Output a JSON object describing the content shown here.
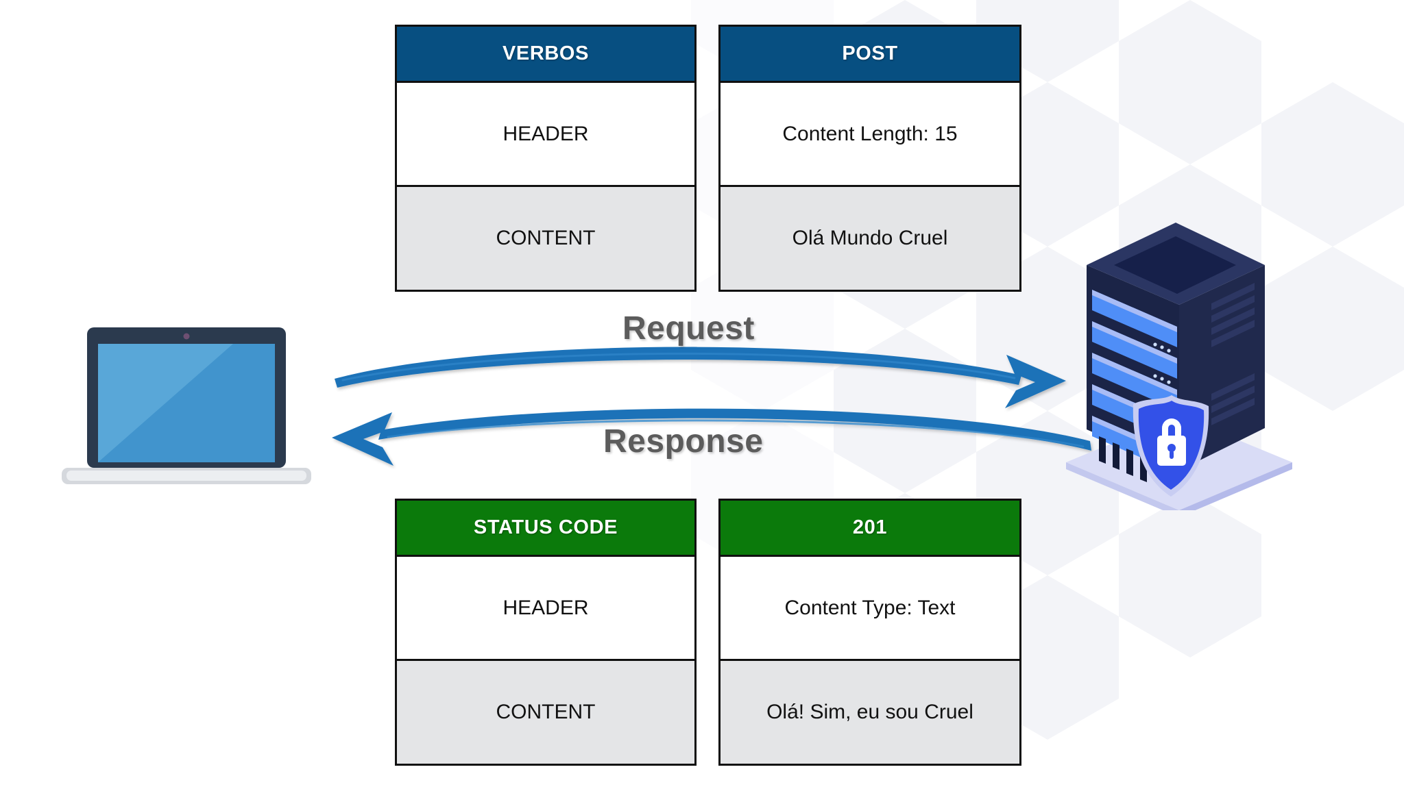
{
  "meta": {
    "diagram_title": "HTTP Request / Response flow between client and server",
    "background_color": "#ffffff"
  },
  "colors": {
    "header_blue": "#074F81",
    "header_green": "#0B7A0B",
    "border_black": "#101010",
    "cell_white": "#ffffff",
    "cell_grey": "#e4e5e7",
    "arrow_blue": "#1B72B8",
    "label_grey": "#5c5c5c",
    "laptop_frame": "#2b3a4e",
    "laptop_screen": "#4d9ed1",
    "server_dark": "#1b2447",
    "server_blue": "#4f8ef7",
    "shield_blue": "#3351e8",
    "shield_rim": "#c8cdf2"
  },
  "request": {
    "left_table": {
      "header": "VERBOS",
      "rows": [
        {
          "label": "HEADER",
          "style": "white"
        },
        {
          "label": "CONTENT",
          "style": "grey"
        }
      ]
    },
    "right_table": {
      "header": "POST",
      "rows": [
        {
          "label": "Content Length: 15",
          "style": "white"
        },
        {
          "label": "Olá Mundo Cruel",
          "style": "grey"
        }
      ]
    }
  },
  "response": {
    "left_table": {
      "header": "STATUS CODE",
      "rows": [
        {
          "label": "HEADER",
          "style": "white"
        },
        {
          "label": "CONTENT",
          "style": "grey"
        }
      ]
    },
    "right_table": {
      "header": "201",
      "rows": [
        {
          "label": "Content Type: Text",
          "style": "white"
        },
        {
          "label": "Olá! Sim, eu sou Cruel",
          "style": "grey"
        }
      ]
    }
  },
  "arrows": {
    "request_label": "Request",
    "response_label": "Response",
    "request_direction": "client-to-server",
    "response_direction": "server-to-client"
  },
  "icons": {
    "client": "laptop-icon",
    "server": "server-rack-icon",
    "security": "shield-lock-icon"
  }
}
